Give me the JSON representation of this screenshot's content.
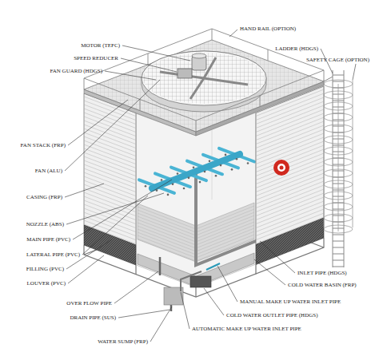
{
  "diagram": {
    "labels": [
      "MOTOR (TEFC)",
      "SPEED REDUCER",
      "FAN GUARD (HDGS)",
      "FAN STACK (FRP)",
      "FAN (ALU)",
      "CASING (FRP)",
      "NOZZLE (ABS)",
      "MAIN PIPE (PVC)",
      "LATERAL PIPE (PVC)",
      "FILLING (PVC)",
      "LOUVER (PVC)",
      "OVER FLOW PIPE",
      "DRAIN PIPE (SUS)",
      "WATER SUMP (FRP)",
      "HAND RAIL (OPTION)",
      "LADDER (HDGS)",
      "SAFETY CAGE (OPTION)",
      "INLET PIPE (HDGS)",
      "COLD WATER BASIN (FRP)",
      "MANUAL MAKE UP WATER INLET PIPE",
      "COLD WATER OUTLET PIPE (HDGS)",
      "AUTOMATIC MAKE UP WATER INLET PIPE"
    ]
  }
}
